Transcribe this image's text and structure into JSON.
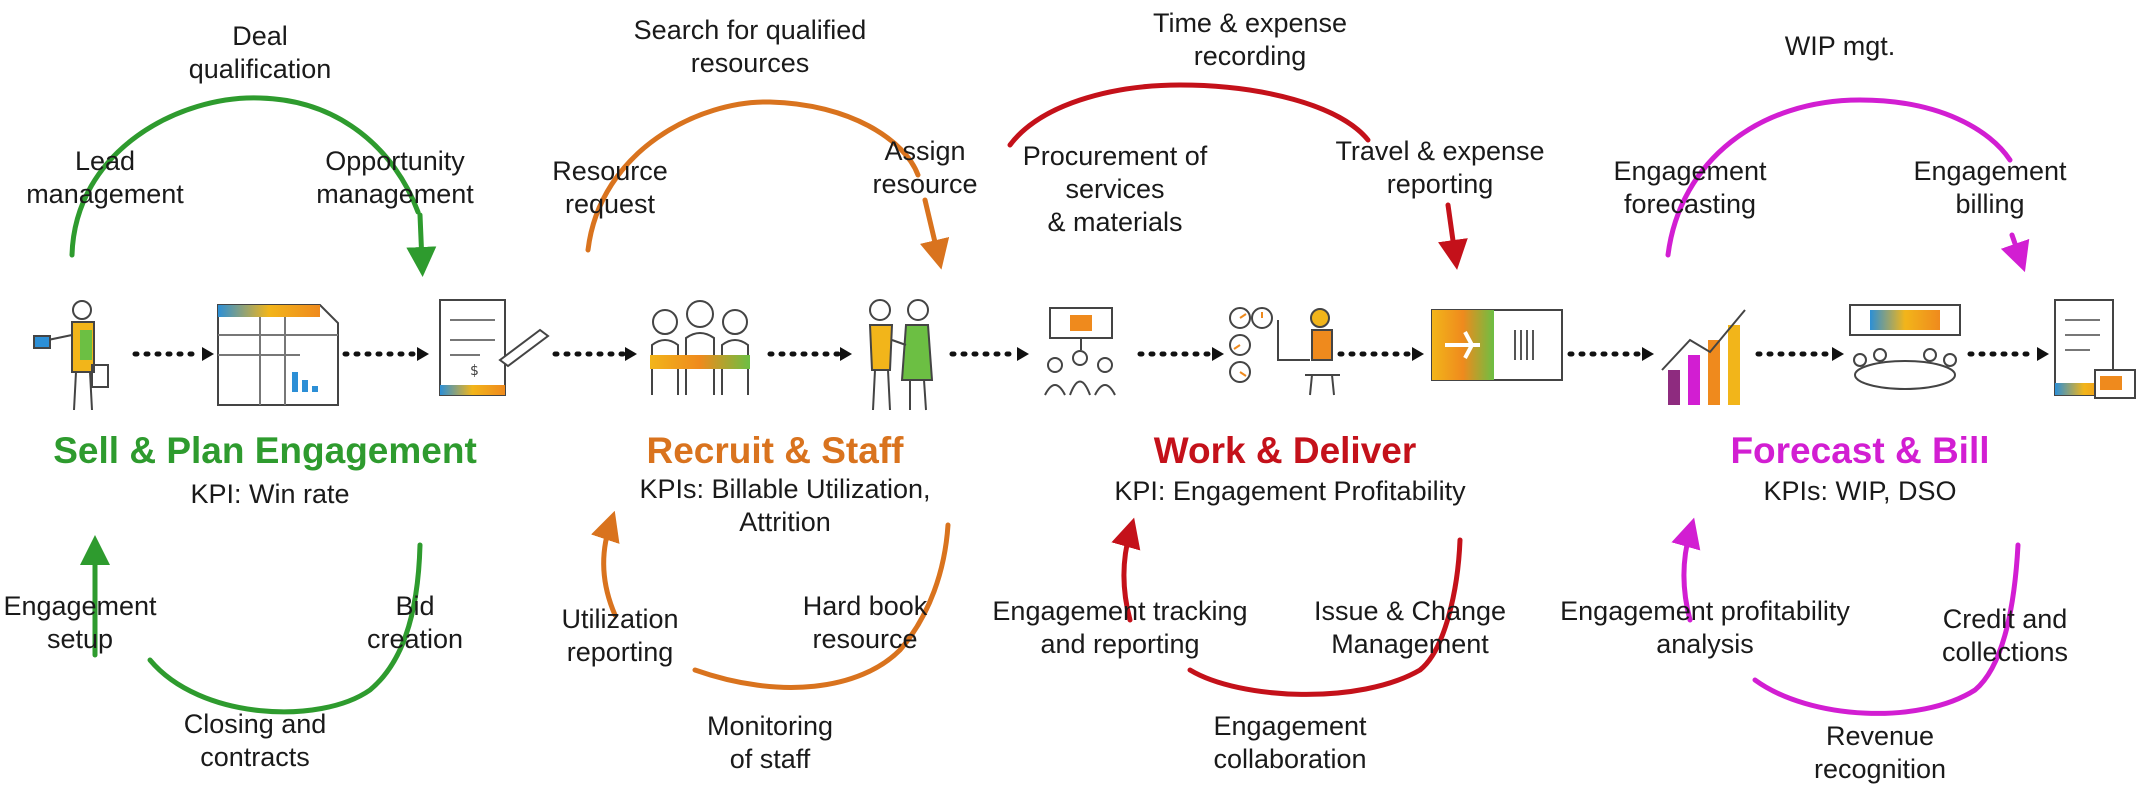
{
  "colors": {
    "sell": "#2e9b2e",
    "recruit": "#d9731e",
    "work": "#c4111a",
    "bill": "#d21ed2",
    "dots": "#111111",
    "icon_line": "#444444",
    "icon_yellow": "#f2b51a",
    "icon_orange": "#ef8a1d",
    "icon_green": "#6cbf43",
    "icon_blue": "#2c8fd6",
    "icon_purple": "#8e2b7f"
  },
  "sell": {
    "title": "Sell & Plan Engagement",
    "kpi": "KPI: Win rate",
    "deal_qualification": "Deal\nqualification",
    "lead_management": "Lead\nmanagement",
    "opportunity_management": "Opportunity\nmanagement",
    "engagement_setup": "Engagement\nsetup",
    "bid_creation": "Bid\ncreation",
    "closing_contracts": "Closing and\ncontracts"
  },
  "recruit": {
    "title": "Recruit & Staff",
    "kpi": "KPIs: Billable Utilization,\nAttrition",
    "search_resources": "Search for qualified\nresources",
    "resource_request": "Resource\nrequest",
    "assign_resource": "Assign\nresource",
    "utilization_reporting": "Utilization\nreporting",
    "hard_book_resource": "Hard book\nresource",
    "monitoring_staff": "Monitoring\nof staff"
  },
  "work": {
    "title": "Work & Deliver",
    "kpi": "KPI: Engagement Profitability",
    "time_expense": "Time & expense\nrecording",
    "procurement": "Procurement  of\nservices\n& materials",
    "travel_expense": "Travel & expense\nreporting",
    "engagement_tracking": "Engagement tracking\nand reporting",
    "issue_change": "Issue & Change\nManagement",
    "engagement_collaboration": "Engagement\ncollaboration"
  },
  "bill": {
    "title": "Forecast & Bill",
    "kpi": "KPIs: WIP, DSO",
    "wip_mgt": "WIP mgt.",
    "engagement_forecasting": "Engagement\nforecasting",
    "engagement_billing": "Engagement\nbilling",
    "profitability_analysis": "Engagement profitability\nanalysis",
    "credit_collections": "Credit and\ncollections",
    "revenue_recognition": "Revenue\nrecognition"
  }
}
